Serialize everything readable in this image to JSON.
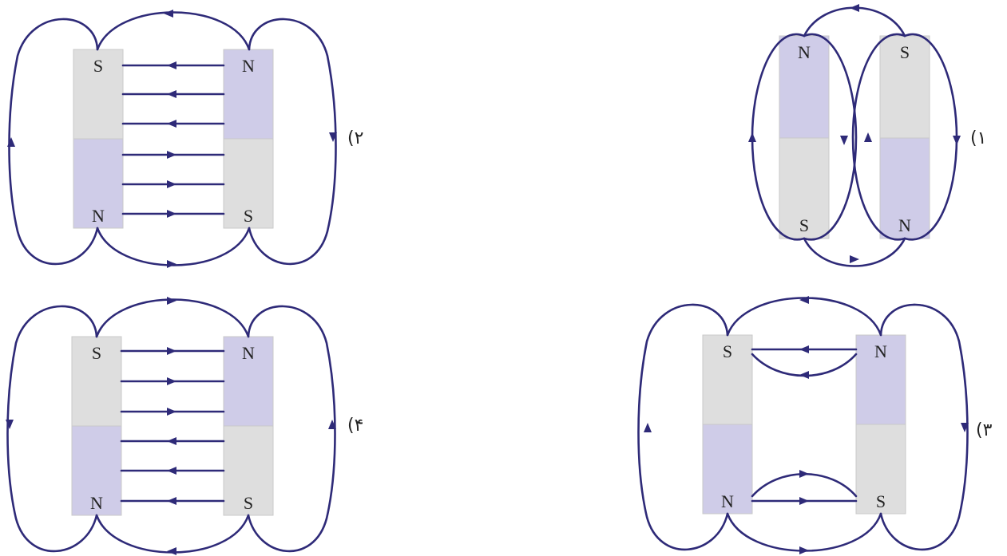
{
  "diagram": {
    "colors": {
      "line": "#2e2a78",
      "north_fill": "#cfcce8",
      "south_fill": "#dedede"
    },
    "options": [
      {
        "id": "2",
        "label": "(۲",
        "magnets": [
          [
            "S",
            "N"
          ],
          [
            "N",
            "S"
          ]
        ]
      },
      {
        "id": "1",
        "label": "(۱",
        "magnets": [
          [
            "N",
            "S"
          ],
          [
            "S",
            "N"
          ]
        ]
      },
      {
        "id": "4",
        "label": "(۴",
        "magnets": [
          [
            "S",
            "N"
          ],
          [
            "N",
            "S"
          ]
        ]
      },
      {
        "id": "3",
        "label": "(۳",
        "magnets": [
          [
            "S",
            "N"
          ],
          [
            "N",
            "S"
          ]
        ]
      }
    ]
  }
}
